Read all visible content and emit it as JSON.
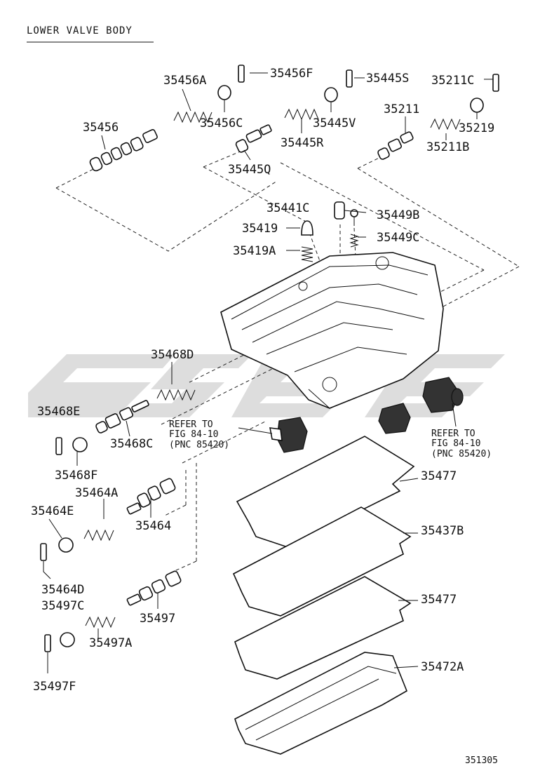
{
  "title": "LOWER VALVE BODY",
  "figure_id": "351305",
  "labels": {
    "p35456A": "35456A",
    "p35456F": "35456F",
    "p35445S": "35445S",
    "p35211C": "35211C",
    "p35456": "35456",
    "p35456C": "35456C",
    "p35445V": "35445V",
    "p35211": "35211",
    "p35219": "35219",
    "p35445R": "35445R",
    "p35211B": "35211B",
    "p35445Q": "35445Q",
    "p35441C": "35441C",
    "p35449B": "35449B",
    "p35419": "35419",
    "p35449C": "35449C",
    "p35419A": "35419A",
    "p35468D": "35468D",
    "p35468E": "35468E",
    "p35468C": "35468C",
    "p35468F": "35468F",
    "p35464A": "35464A",
    "p35464E": "35464E",
    "p35464": "35464",
    "p35464D": "35464D",
    "p35497C": "35497C",
    "p35497": "35497",
    "p35497A": "35497A",
    "p35497F": "35497F",
    "p35477a": "35477",
    "p35437B": "35437B",
    "p35477b": "35477",
    "p35472A": "35472A"
  },
  "refer_left": {
    "line1": "REFER TO",
    "line2": "FIG 84-10",
    "line3": "(PNC 85420)"
  },
  "refer_right": {
    "line1": "REFER TO",
    "line2": "FIG 84-10",
    "line3": "(PNC 85420)"
  }
}
